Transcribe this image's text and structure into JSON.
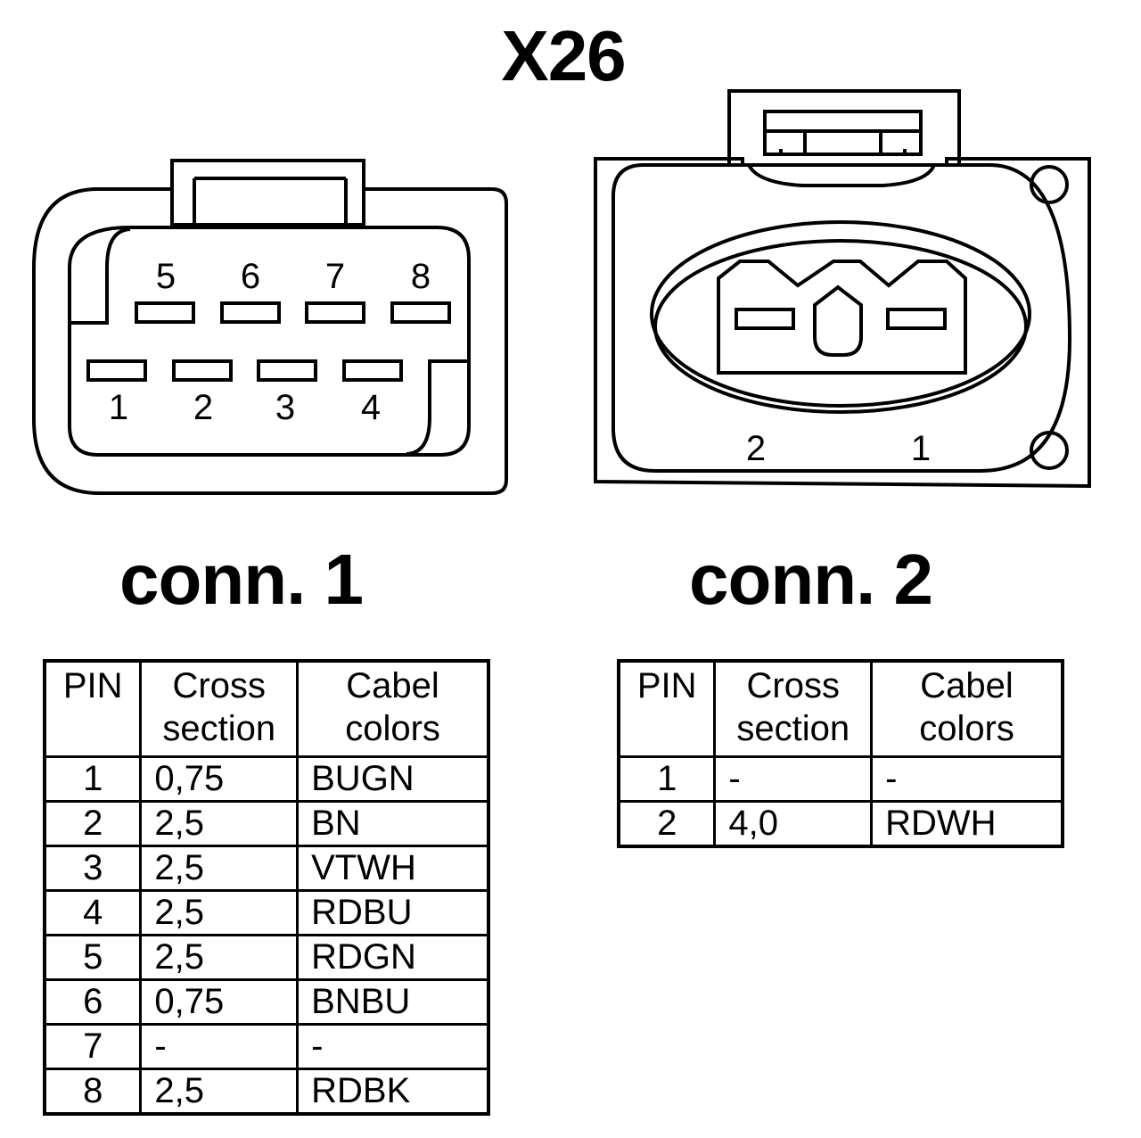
{
  "title": "X26",
  "connector1": {
    "label": "conn. 1",
    "pin_labels_top": [
      "5",
      "6",
      "7",
      "8"
    ],
    "pin_labels_bottom": [
      "1",
      "2",
      "3",
      "4"
    ],
    "table": {
      "headers": {
        "pin": "PIN",
        "cross_l1": "Cross",
        "cross_l2": "section",
        "color_l1": "Cabel",
        "color_l2": "colors"
      },
      "rows": [
        {
          "pin": "1",
          "cross": "0,75",
          "color": "BUGN"
        },
        {
          "pin": "2",
          "cross": "2,5",
          "color": "BN"
        },
        {
          "pin": "3",
          "cross": "2,5",
          "color": "VTWH"
        },
        {
          "pin": "4",
          "cross": "2,5",
          "color": "RDBU"
        },
        {
          "pin": "5",
          "cross": "2,5",
          "color": "RDGN"
        },
        {
          "pin": "6",
          "cross": "0,75",
          "color": "BNBU"
        },
        {
          "pin": "7",
          "cross": "-",
          "color": "-"
        },
        {
          "pin": "8",
          "cross": "2,5",
          "color": "RDBK"
        }
      ]
    }
  },
  "connector2": {
    "label": "conn. 2",
    "pin_labels": [
      "2",
      "1"
    ],
    "table": {
      "headers": {
        "pin": "PIN",
        "cross_l1": "Cross",
        "cross_l2": "section",
        "color_l1": "Cabel",
        "color_l2": "colors"
      },
      "rows": [
        {
          "pin": "1",
          "cross": "-",
          "color": "-"
        },
        {
          "pin": "2",
          "cross": "4,0",
          "color": "RDWH"
        }
      ]
    }
  }
}
